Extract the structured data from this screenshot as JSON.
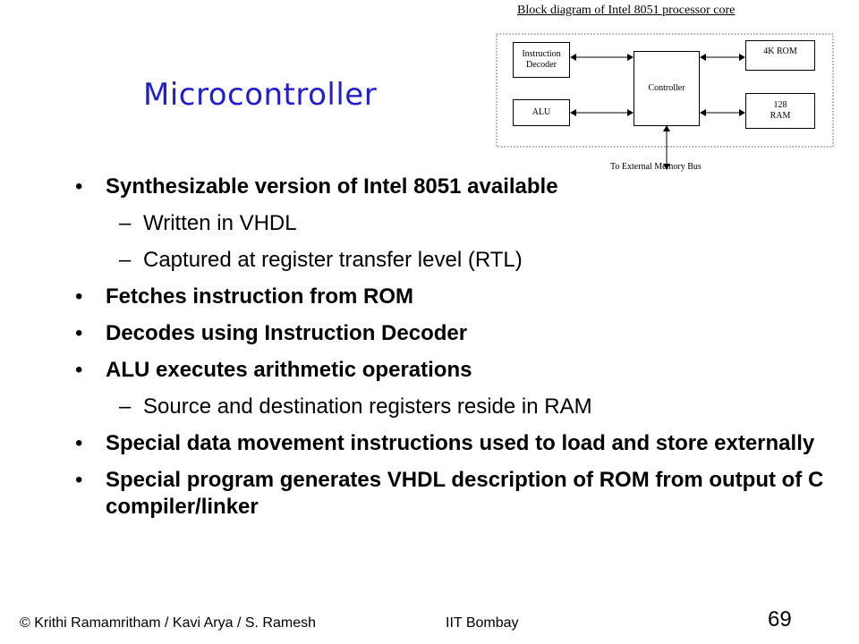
{
  "diagram": {
    "caption": "Block diagram of Intel 8051 processor core",
    "blocks": {
      "instruction_decoder": "Instruction\nDecoder",
      "alu": "ALU",
      "controller": "Controller",
      "rom": "4K ROM",
      "ram": "128\nRAM"
    },
    "bus_label": "To External Memory Bus"
  },
  "slide": {
    "title": "Microcontroller",
    "bullets": [
      "Synthesizable version of Intel 8051 available",
      "Written in VHDL",
      "Captured at register transfer level (RTL)",
      "Fetches instruction from ROM",
      "Decodes using Instruction Decoder",
      "ALU executes arithmetic operations",
      "Source and destination registers reside in RAM",
      "Special data movement instructions used to load and store externally",
      "Special program generates VHDL description of ROM from output of C compiler/linker"
    ]
  },
  "footer": {
    "credit": "© Krithi Ramamritham / Kavi Arya / S. Ramesh",
    "institution": "IIT Bombay",
    "page_number": "69"
  }
}
